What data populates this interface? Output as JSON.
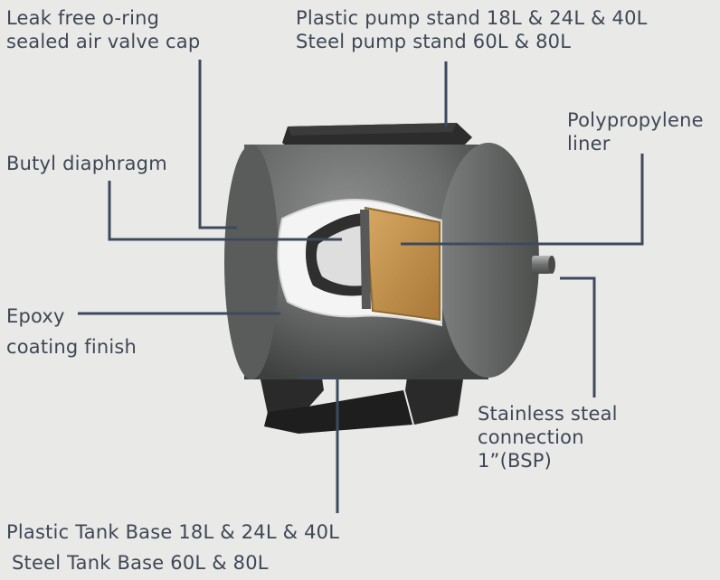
{
  "labels": {
    "valve_cap": [
      "Leak free o-ring",
      "sealed air valve cap"
    ],
    "pump_stand": [
      "Plastic pump stand 18L & 24L & 40L",
      "Steel pump stand 60L & 80L"
    ],
    "liner": [
      "Polypropylene",
      "liner"
    ],
    "diaphragm": [
      "Butyl diaphragm"
    ],
    "epoxy": [
      "Epoxy",
      "coating finish"
    ],
    "connection": [
      "Stainless steal",
      "connection",
      "1”(BSP)"
    ],
    "tank_base": [
      "Plastic Tank Base 18L & 24L & 40L",
      "Steel  Tank Base 60L & 80L"
    ]
  },
  "colors": {
    "background": "#e9e9e7",
    "leader_line": "#3d4a5e",
    "tank_body": "#6c6e6d",
    "liner": "#c89b55",
    "plastic_part": "#2b2b2b"
  }
}
